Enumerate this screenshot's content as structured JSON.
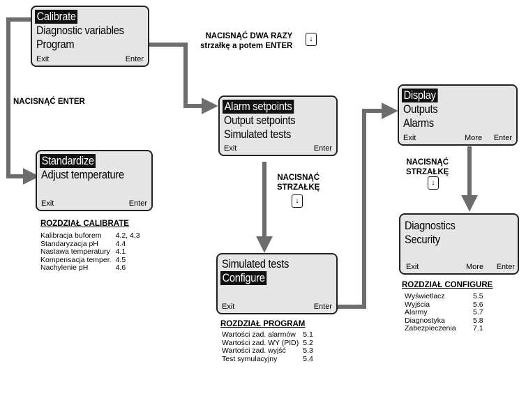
{
  "screens": {
    "main": {
      "lines": [
        "Calibrate",
        "Diagnostic variables",
        "Program"
      ],
      "softkeys": {
        "left": "Exit",
        "right": "Enter"
      }
    },
    "calibrate": {
      "lines": [
        "Standardize",
        "Adjust temperature"
      ],
      "softkeys": {
        "left": "Exit",
        "right": "Enter"
      }
    },
    "program": {
      "lines": [
        "Alarm setpoints",
        "Output setpoints",
        "Simulated tests"
      ],
      "softkeys": {
        "left": "Exit",
        "right": "Enter"
      }
    },
    "program_more": {
      "lines": [
        "Simulated tests",
        "Configure"
      ],
      "softkeys": {
        "left": "Exit",
        "right": "Enter"
      }
    },
    "configure": {
      "lines": [
        "Display",
        "Outputs",
        "Alarms"
      ],
      "softkeys": {
        "left": "Exit",
        "middle": "More",
        "right": "Enter"
      }
    },
    "configure_more": {
      "lines": [
        "Diagnostics",
        "Security"
      ],
      "softkeys": {
        "left": "Exit",
        "middle": "More",
        "right": "Enter"
      }
    }
  },
  "instructions": {
    "press_twice": [
      "NACISNĄĆ DWA RAZY",
      "strzałkę a potem ENTER"
    ],
    "press_enter": "NACISNĄĆ ENTER",
    "press_arrow_1": [
      "NACISNĄĆ",
      "STRZAŁKĘ"
    ],
    "press_arrow_2": [
      "NACISNĄĆ",
      "STRZAŁKĘ"
    ],
    "arrow_key_glyph": "↓"
  },
  "sections": {
    "calibrate": {
      "title": "ROZDZIAŁ CALIBRATE",
      "rows": [
        {
          "label": "Kalibracja buforem",
          "ref": "4.2, 4.3"
        },
        {
          "label": "Standaryzacja pH",
          "ref": "4.4"
        },
        {
          "label": "Nastawa temperatury",
          "ref": "4.1"
        },
        {
          "label": "Kompensacja temper.",
          "ref": "4.5"
        },
        {
          "label": "Nachylenie pH",
          "ref": "4.6"
        }
      ]
    },
    "program": {
      "title": "ROZDZIAŁ PROGRAM",
      "rows": [
        {
          "label": "Wartości zad. alarmów",
          "ref": "5.1"
        },
        {
          "label": "Wartości zad. WY (PID)",
          "ref": "5.2"
        },
        {
          "label": "Wartości zad. wyjść",
          "ref": "5.3"
        },
        {
          "label": "Test symulacyjny",
          "ref": "5.4"
        }
      ]
    },
    "configure": {
      "title": "ROZDZIAŁ CONFIGURE",
      "rows": [
        {
          "label": "Wyświetlacz",
          "ref": "5.5"
        },
        {
          "label": "Wyjścia",
          "ref": "5.6"
        },
        {
          "label": "Alarmy",
          "ref": "5.7"
        },
        {
          "label": "Diagnostyka",
          "ref": "5.8"
        },
        {
          "label": "Zabezpieczenia",
          "ref": "7.1"
        }
      ]
    }
  },
  "colors": {
    "screen_bg": "#e6e6e6",
    "connector": "#6d6d6d",
    "highlight": "#111111"
  }
}
